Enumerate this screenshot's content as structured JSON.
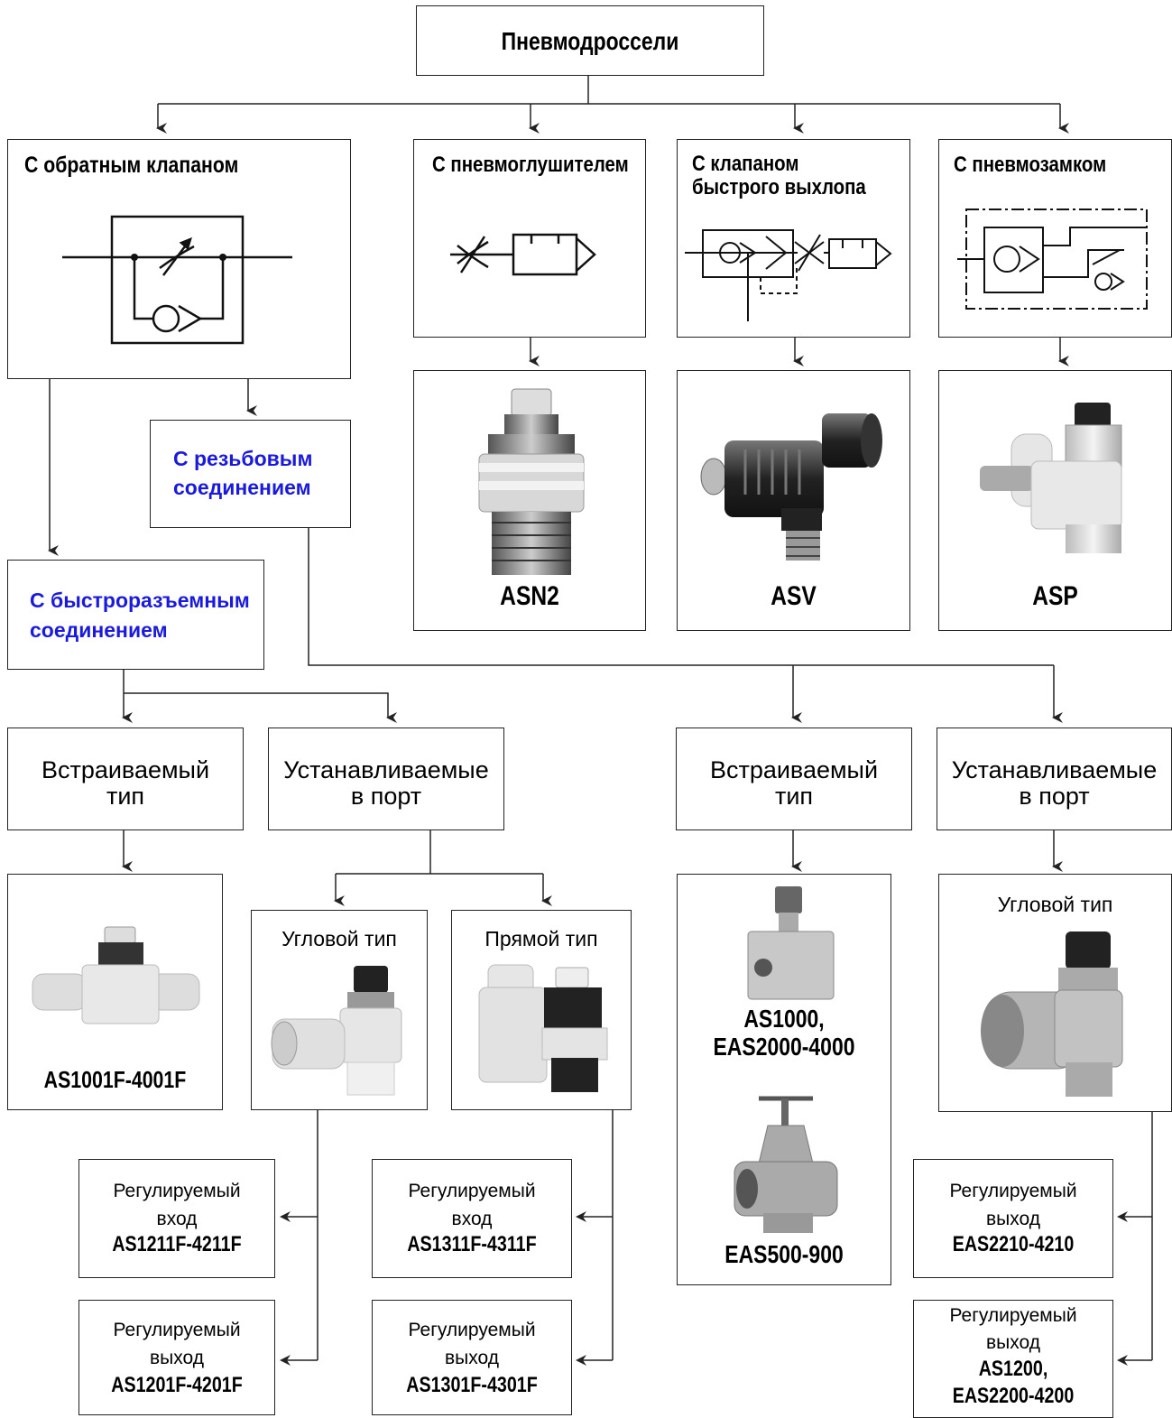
{
  "root": "Пневмодроссели",
  "types": {
    "check_valve": "С обратным клапаном",
    "silencer": "С пневмоглушителем",
    "quick_exhaust_1": "С клапаном",
    "quick_exhaust_2": "быстрого выхлопа",
    "pilot_check": "С пневмозамком"
  },
  "products": {
    "asn2": "ASN2",
    "asv": "ASV",
    "asp": "ASP"
  },
  "connections": {
    "threaded_1": "С резьбовым",
    "threaded_2": "соединением",
    "quick_1": "С быстроразъемным",
    "quick_2": "соединением"
  },
  "mount": {
    "inline_1": "Встраиваемый",
    "inline_2": "тип",
    "port_1": "Устанавливаемые",
    "port_2": "в порт"
  },
  "shapes": {
    "elbow": "Угловой тип",
    "straight": "Прямой тип"
  },
  "models": {
    "as1001f": "AS1001F-4001F",
    "as1000_1": "AS1000,",
    "as1000_2": "EAS2000-4000",
    "eas500": "EAS500-900"
  },
  "leaf": {
    "adjustable": "Регулируемый",
    "inlet": "вход",
    "outlet": "выход",
    "as1211f": "AS1211F-4211F",
    "as1201f": "AS1201F-4201F",
    "as1311f": "AS1311F-4311F",
    "as1301f": "AS1301F-4301F",
    "eas2210": "EAS2210-4210",
    "as1200_1": "AS1200,",
    "as1200_2": "EAS2200-4200"
  },
  "colors": {
    "blue_text": "#1a1adf",
    "line": "#222222"
  }
}
